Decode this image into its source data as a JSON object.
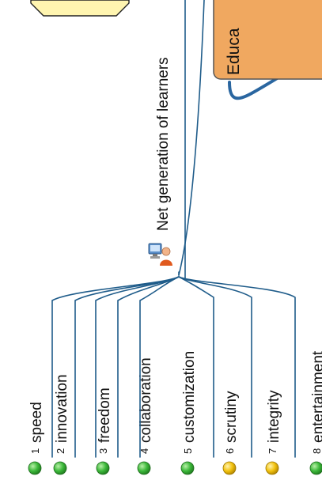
{
  "mindmap": {
    "central_topic": {
      "label": "Net generation of learners",
      "icon": "computer-user-icon"
    },
    "linked_topic": {
      "label": "Educa",
      "fill_color": "#f0a860",
      "border_color": "#555555"
    },
    "top_shape": {
      "fill_color": "#fff5b0",
      "border_color": "#222222"
    },
    "branches": [
      {
        "number": "1",
        "label": "speed",
        "status": "green"
      },
      {
        "number": "2",
        "label": "innovation",
        "status": "green"
      },
      {
        "number": "3",
        "label": "freedom",
        "status": "green"
      },
      {
        "number": "4",
        "label": "collaboration",
        "status": "green"
      },
      {
        "number": "5",
        "label": "customization",
        "status": "green"
      },
      {
        "number": "6",
        "label": "scrutiny",
        "status": "yellow"
      },
      {
        "number": "7",
        "label": "integrity",
        "status": "yellow"
      },
      {
        "number": "8",
        "label": "entertainment",
        "status": "green"
      }
    ],
    "colors": {
      "line": "#1f5c8a",
      "green": "#3cb83a",
      "yellow": "#f2c20e"
    }
  }
}
